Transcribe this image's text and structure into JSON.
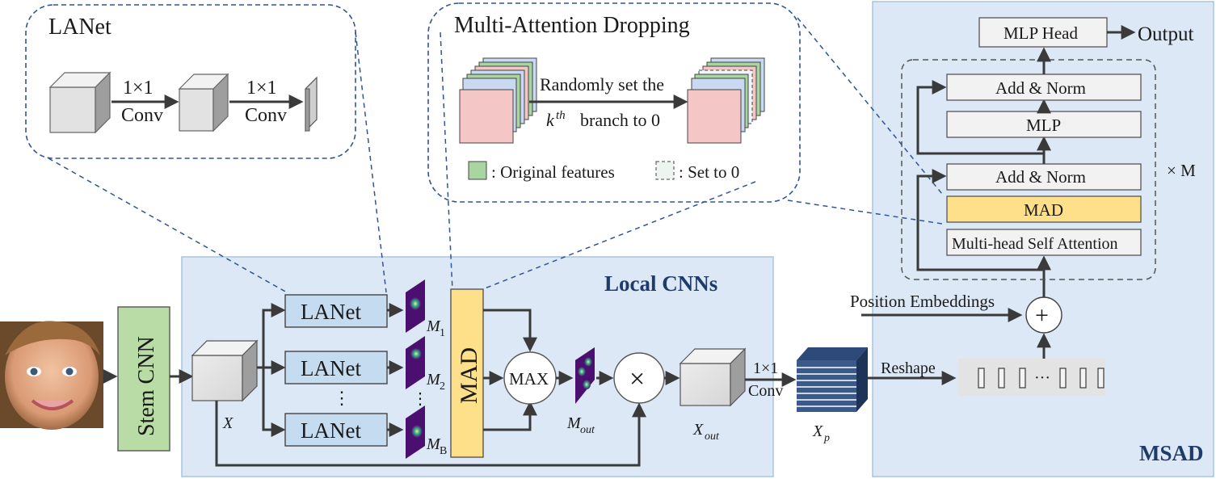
{
  "lanet_panel": {
    "title": "LANet",
    "conv1_top": "1×1",
    "conv1_bottom": "Conv",
    "conv2_top": "1×1",
    "conv2_bottom": "Conv"
  },
  "mad_panel": {
    "title": "Multi-Attention Dropping",
    "arrow_text_1": "Randomly set the",
    "arrow_text_2_k": "k",
    "arrow_text_2_sup": "th",
    "arrow_text_2_rest": "branch to 0",
    "legend_original": ": Original features",
    "legend_set0": ": Set to 0"
  },
  "local_cnns": {
    "title": "Local CNNs",
    "stem": "Stem CNN",
    "lanet_label": "LANet",
    "dots": "⋮",
    "x_label": "X",
    "m1": "M",
    "m1_sub": "1",
    "m2": "M",
    "m2_sub": "2",
    "mb": "M",
    "mb_sub": "B",
    "mad": "MAD",
    "max": "MAX",
    "mout": "M",
    "mout_sub": "out",
    "times": "×",
    "xout": "X",
    "xout_sub": "out",
    "conv_top": "1×1",
    "conv_bottom": "Conv",
    "xp": "X",
    "xp_sub": "p"
  },
  "msad": {
    "title": "MSAD",
    "reshape": "Reshape",
    "ellipsis": "···",
    "position_embeddings": "Position Embeddings",
    "plus": "+",
    "mhsa": "Multi-head Self Attention",
    "mad": "MAD",
    "add_norm_1": "Add & Norm",
    "mlp": "MLP",
    "add_norm_2": "Add & Norm",
    "repeat": "× M",
    "mlp_head": "MLP Head",
    "output": "Output"
  },
  "colors": {
    "panel_blue": "#dce8f5",
    "panel_border": "#a8c4e0",
    "lanet_box": "#c5dbf0",
    "stem_green": "#b9dca6",
    "mad_yellow": "#ffe08a",
    "feature_pink": "#f4c6c6",
    "feature_green": "#a8d5a0",
    "dashed_blue": "#2f5597"
  }
}
